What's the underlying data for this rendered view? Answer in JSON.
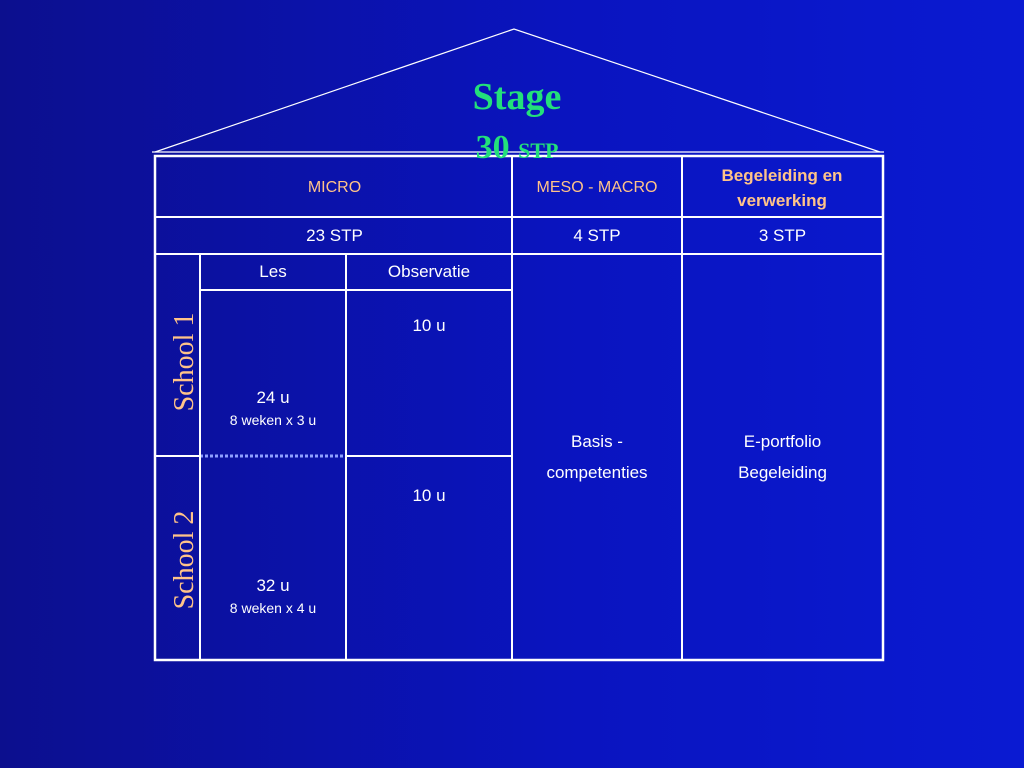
{
  "title": {
    "line1": "Stage",
    "number": "30",
    "unit": "STP"
  },
  "header": {
    "micro": "MICRO",
    "meso": "MESO - MACRO",
    "begeleiding": "Begeleiding en verwerking"
  },
  "stp": {
    "micro": "23 STP",
    "meso": "4 STP",
    "begeleiding": "3 STP"
  },
  "columns": {
    "les": "Les",
    "observatie": "Observatie"
  },
  "school1": {
    "label": "School 1",
    "les_hours": "24 u",
    "les_detail": "8 weken x 3 u",
    "observatie": "10 u"
  },
  "school2": {
    "label": "School 2",
    "les_hours": "32 u",
    "les_detail": "8 weken x 4 u",
    "observatie": "10 u"
  },
  "meso_body": {
    "line1": "Basis -",
    "line2": "competenties"
  },
  "begeleiding_body": {
    "line1": "E-portfolio",
    "line2": "Begeleiding"
  }
}
